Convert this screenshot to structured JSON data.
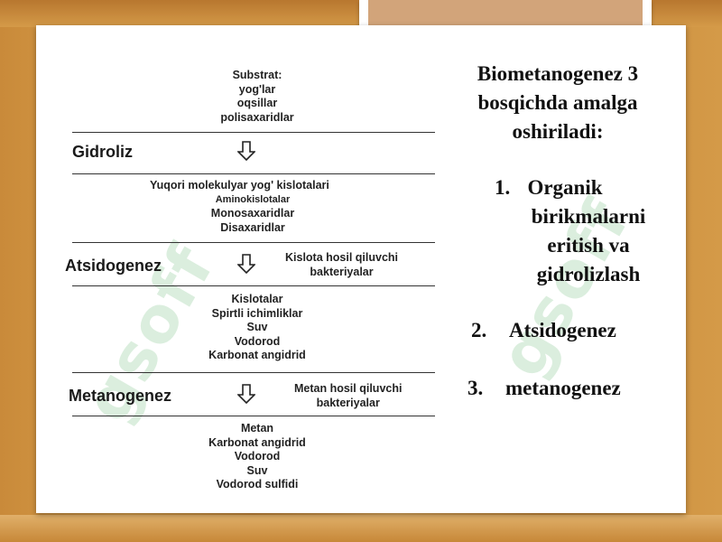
{
  "diagram": {
    "substrate": [
      "Substrat:",
      "yog'lar",
      "oqsillar",
      "polisaxaridlar"
    ],
    "hydrolysis_products": [
      "Yuqori molekulyar yog'  kislotalari",
      "Aminokislotalar",
      "Monosaxaridlar",
      "Disaxaridlar"
    ],
    "acid_products": [
      "Kislotalar",
      "Spirtli ichimliklar",
      "Suv",
      "Vodorod",
      "Karbonat angidrid"
    ],
    "final_products": [
      "Metan",
      "Karbonat angidrid",
      "Vodorod",
      "Suv",
      "Vodorod sulfidi"
    ],
    "stages": {
      "hydrolysis": "Gidroliz",
      "acidogenesis": "Atsidogenez",
      "methanogenesis": "Metanogenez"
    },
    "bacteria": {
      "acid": [
        "Kislota hosil qiluvchi",
        "bakteriyalar"
      ],
      "methane": [
        "Metan hosil qiluvchi",
        "bakteriyalar"
      ]
    },
    "arrow_icon": "down-arrow-icon"
  },
  "summary": {
    "title_lines": [
      "Biometanogenez 3",
      "bosqichda amalga",
      "oshiriladi:"
    ],
    "items": [
      {
        "number": "1.",
        "lines": [
          "Organik",
          "birikmalarni",
          "eritish va",
          "gidrolizlash"
        ]
      },
      {
        "number": "2.",
        "lines": [
          "Atsidogenez"
        ]
      },
      {
        "number": "3.",
        "lines": [
          "metanogenez"
        ]
      }
    ]
  },
  "colors": {
    "watermark": "#cfe9d3",
    "wood": "#c98a3a"
  }
}
